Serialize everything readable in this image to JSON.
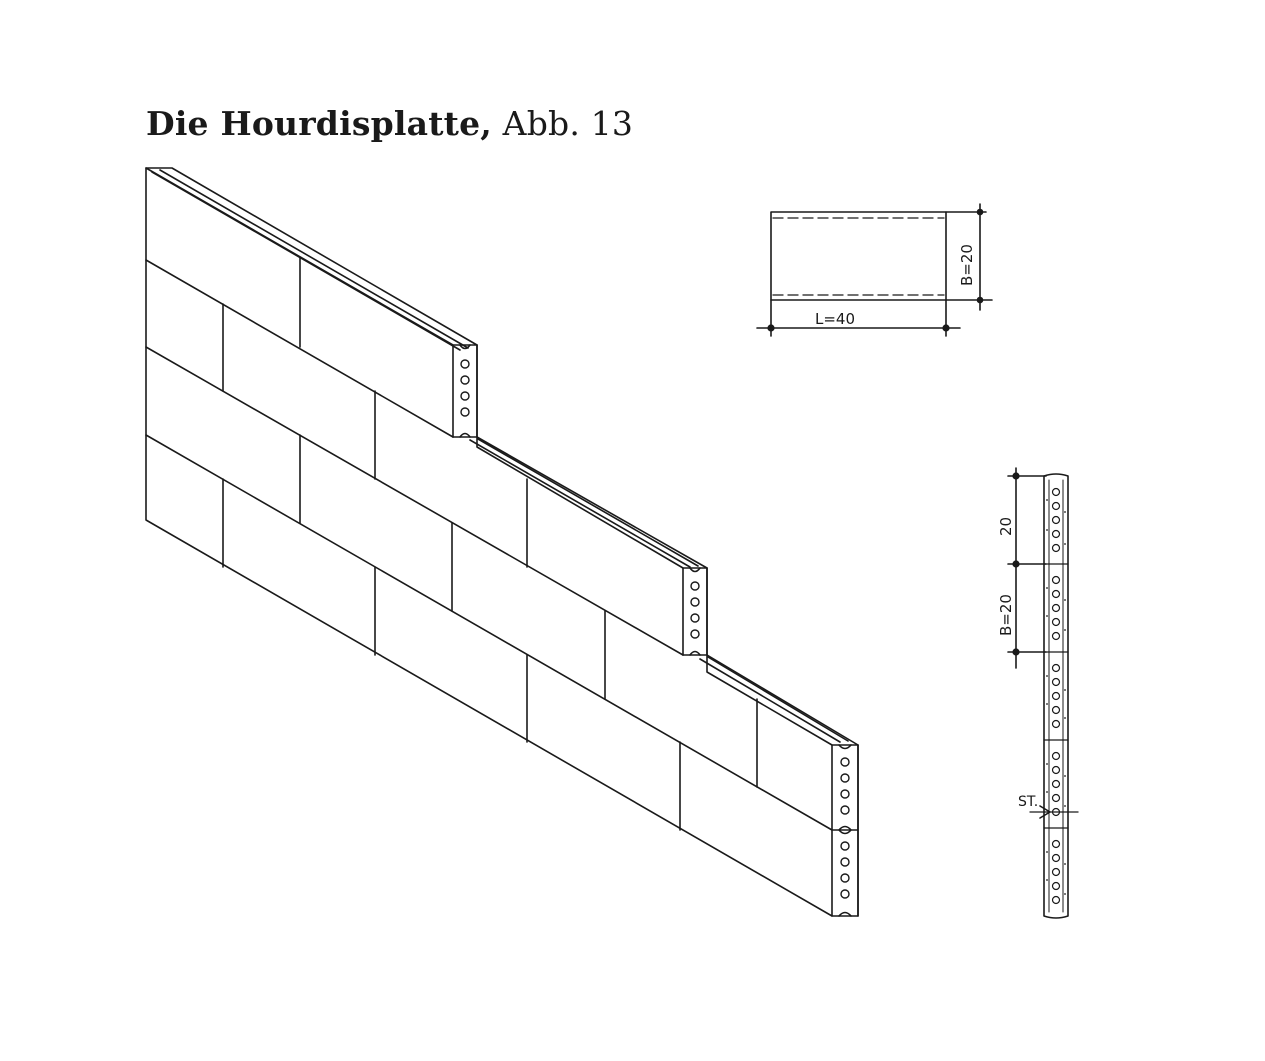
{
  "figure": {
    "title_bold": "Die Hourdisplatte,",
    "title_normal": " Abb. 13"
  },
  "plan_view": {
    "width_label": "B=20",
    "length_label": "L=40"
  },
  "section_view": {
    "top_label": "20",
    "middle_label": "B=20",
    "joint_label": "ST."
  },
  "colors": {
    "ink": "#1a1a1a",
    "paper": "#ffffff"
  }
}
